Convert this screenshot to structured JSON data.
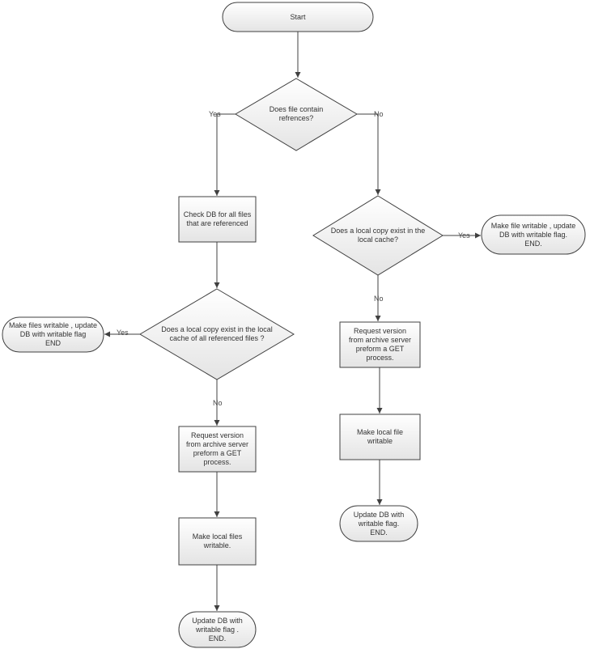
{
  "colors": {
    "shape_fill_top": "#ffffff",
    "shape_fill_bottom": "#e4e4e4",
    "stroke": "#404040",
    "text": "#333333"
  },
  "nodes": {
    "start": "Start",
    "decision_refs": "Does file contain\nrefrences?",
    "check_db": "Check DB for all files\nthat are referenced",
    "decision_left_cache": "Does a local copy exist in the local\ncache of all referenced files ?",
    "left_yes_end": "Make files writable , update\nDB with writable flag\nEND",
    "left_request": "Request version\nfrom archive server\npreform a GET\nprocess.",
    "left_make_writable": "Make local files\nwritable.",
    "left_update_end": "Update DB with\nwritable flag .\nEND.",
    "decision_right_cache": "Does a local copy exist in the\nlocal cache?",
    "right_yes_end": "Make file writable , update\nDB with writable flag.\nEND.",
    "right_request": "Request version\nfrom archive server\npreform a GET\nprocess.",
    "right_make_writable": "Make local file\nwritable",
    "right_update_end": "Update DB with\nwritable flag.\nEND."
  },
  "edge_labels": {
    "refs_yes": "Yes",
    "refs_no": "No",
    "left_cache_yes": "Yes",
    "left_cache_no": "No",
    "right_cache_yes": "Yes",
    "right_cache_no": "No"
  }
}
